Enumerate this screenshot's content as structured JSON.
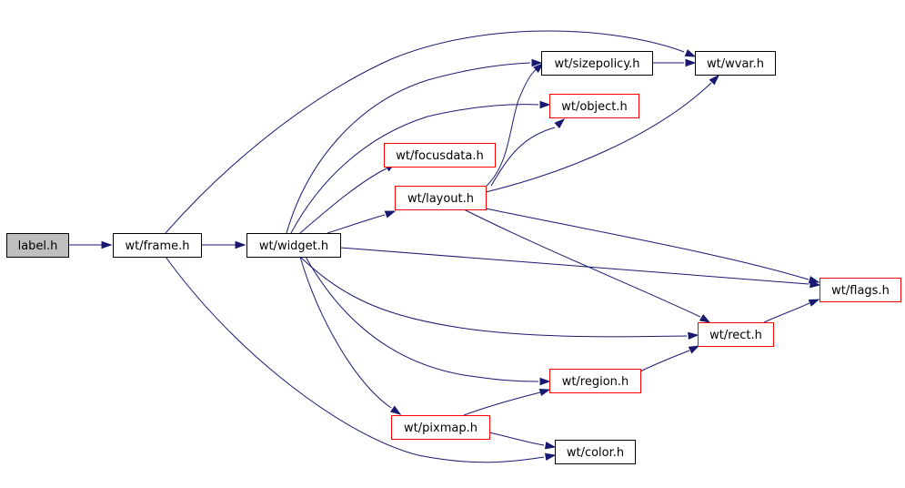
{
  "colors": {
    "edge": "#191970",
    "node_fill": "#ffffff",
    "node_border_default": "#000000",
    "node_border_linked": "#ff0000",
    "root_fill": "#bfbfbf"
  },
  "nodes": [
    {
      "id": "label",
      "label": "label.h",
      "style": "root"
    },
    {
      "id": "frame",
      "label": "wt/frame.h",
      "style": "default"
    },
    {
      "id": "widget",
      "label": "wt/widget.h",
      "style": "default"
    },
    {
      "id": "sizepolicy",
      "label": "wt/sizepolicy.h",
      "style": "default"
    },
    {
      "id": "wvar",
      "label": "wt/wvar.h",
      "style": "default"
    },
    {
      "id": "object",
      "label": "wt/object.h",
      "style": "linked"
    },
    {
      "id": "focusdata",
      "label": "wt/focusdata.h",
      "style": "linked"
    },
    {
      "id": "layout",
      "label": "wt/layout.h",
      "style": "linked"
    },
    {
      "id": "flags",
      "label": "wt/flags.h",
      "style": "linked"
    },
    {
      "id": "rect",
      "label": "wt/rect.h",
      "style": "linked"
    },
    {
      "id": "region",
      "label": "wt/region.h",
      "style": "linked"
    },
    {
      "id": "pixmap",
      "label": "wt/pixmap.h",
      "style": "linked"
    },
    {
      "id": "color",
      "label": "wt/color.h",
      "style": "default"
    }
  ],
  "edges": [
    {
      "from": "label",
      "to": "frame"
    },
    {
      "from": "frame",
      "to": "widget"
    },
    {
      "from": "frame",
      "to": "wvar"
    },
    {
      "from": "frame",
      "to": "color"
    },
    {
      "from": "widget",
      "to": "sizepolicy"
    },
    {
      "from": "widget",
      "to": "object"
    },
    {
      "from": "widget",
      "to": "focusdata"
    },
    {
      "from": "widget",
      "to": "layout"
    },
    {
      "from": "widget",
      "to": "flags"
    },
    {
      "from": "widget",
      "to": "rect"
    },
    {
      "from": "widget",
      "to": "region"
    },
    {
      "from": "widget",
      "to": "pixmap"
    },
    {
      "from": "sizepolicy",
      "to": "wvar"
    },
    {
      "from": "layout",
      "to": "sizepolicy"
    },
    {
      "from": "layout",
      "to": "object"
    },
    {
      "from": "layout",
      "to": "wvar"
    },
    {
      "from": "layout",
      "to": "flags"
    },
    {
      "from": "layout",
      "to": "rect"
    },
    {
      "from": "rect",
      "to": "flags"
    },
    {
      "from": "region",
      "to": "rect"
    },
    {
      "from": "pixmap",
      "to": "region"
    },
    {
      "from": "pixmap",
      "to": "color"
    }
  ]
}
